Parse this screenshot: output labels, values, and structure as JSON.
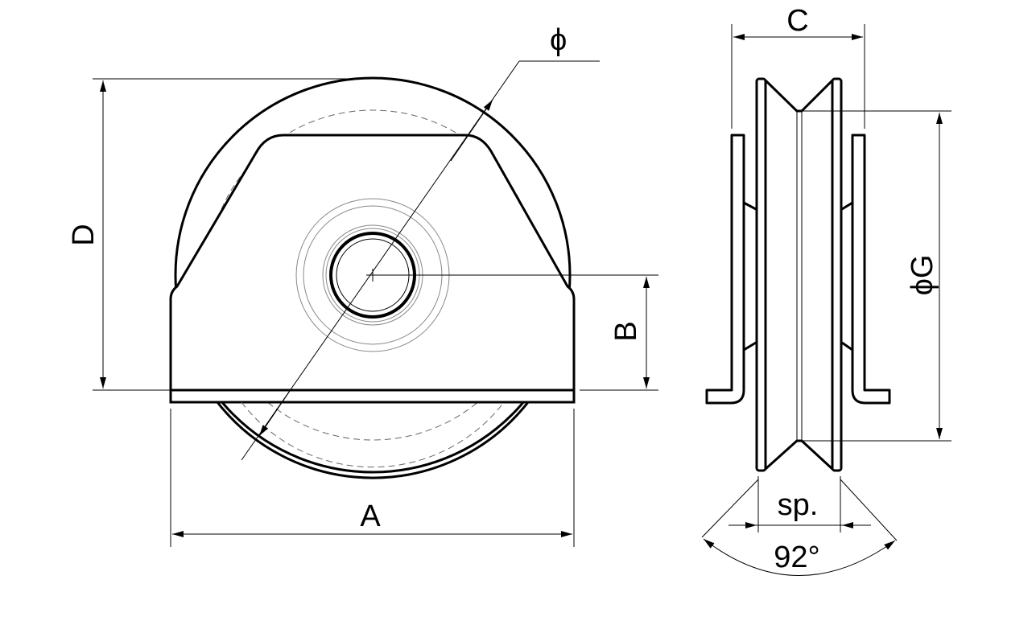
{
  "labels": {
    "diameter_symbol": "ϕ",
    "A": "A",
    "B": "B",
    "C": "C",
    "D": "D",
    "G": "ϕG",
    "sp": "sp.",
    "angle": "92°"
  }
}
